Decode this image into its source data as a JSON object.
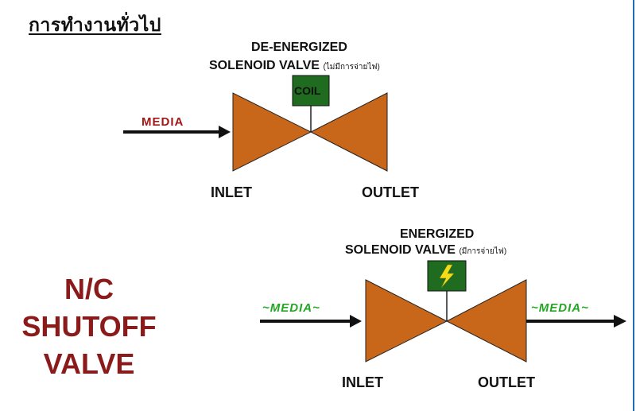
{
  "heading": "การทำงานทั่วไป",
  "colors": {
    "valve_body": "#c8661a",
    "coil_box": "#1f6b1f",
    "title_red": "#8b1a1a",
    "media_red": "#a01818",
    "media_green": "#23a623"
  },
  "top_valve": {
    "state_line1": "DE-ENERGIZED",
    "state_line2": "SOLENOID VALVE",
    "state_note": "(ไม่มีการจ่ายไฟ)",
    "coil_label": "COIL",
    "media_label": "MEDIA",
    "inlet_label": "INLET",
    "outlet_label": "OUTLET"
  },
  "bottom_valve": {
    "state_line1": "ENERGIZED",
    "state_line2": "SOLENOID VALVE",
    "state_note": "(มีการจ่ายไฟ)",
    "coil_icon": "lightning-icon",
    "media_in_label": "~MEDIA~",
    "media_out_label": "~MEDIA~",
    "inlet_label": "INLET",
    "outlet_label": "OUTLET"
  },
  "title": {
    "line1": "N/C",
    "line2": "SHUTOFF",
    "line3": "VALVE"
  }
}
